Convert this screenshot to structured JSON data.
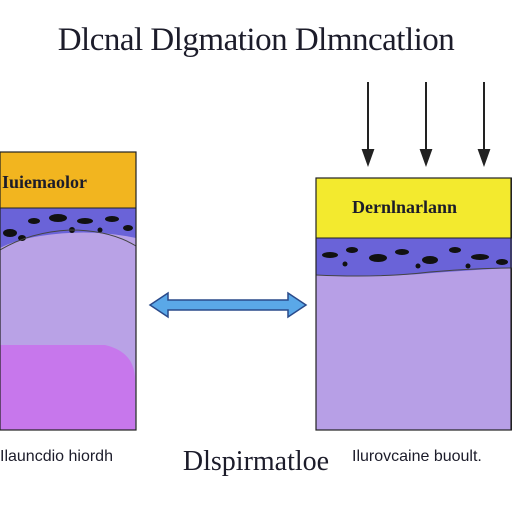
{
  "title": "Dlcnal Dlgmation Dlmncatlion",
  "footer": "Dlspirmatloe",
  "left_panel": {
    "layer_label": "Iuiemaolor",
    "caption": "Ilauncdio hiordh",
    "colors": {
      "top_layer": "#f2b51f",
      "band": "#6a63d8",
      "body": "#b9a2e6",
      "bottom": "#c777ec"
    }
  },
  "right_panel": {
    "layer_label": "Dernlnarlann",
    "caption": "Ilurovcaine buoult.",
    "colors": {
      "top_layer": "#f3ea2e",
      "band": "#6a63d8",
      "body": "#b79fe6"
    }
  },
  "arrows": {
    "double_arrow_color": "#5aa8e8",
    "down_arrows": 3
  }
}
